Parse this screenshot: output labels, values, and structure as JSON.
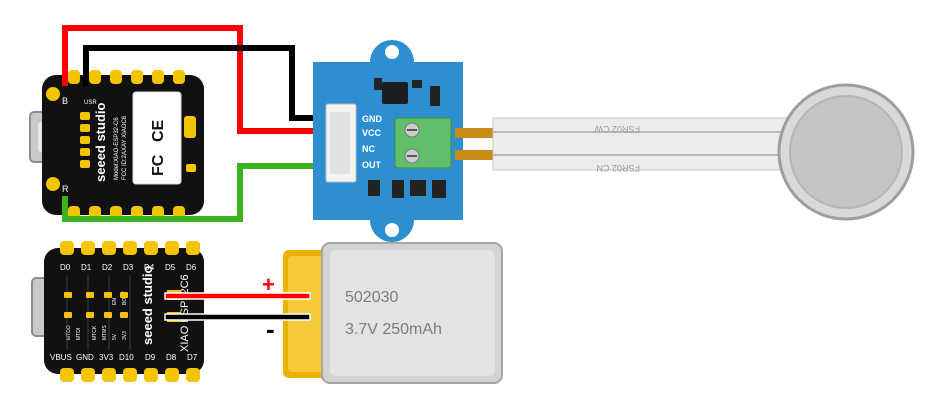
{
  "xiao_top": {
    "brand": "seeed studio",
    "model": "Model:XIAO-ESP32-C6",
    "fcc_id": "FCC ID:2AXAY XIAOC6",
    "ce_mark": "CE",
    "fc_mark": "FC",
    "label_b": "B",
    "label_r": "R",
    "label_usr": "USR"
  },
  "grove_board": {
    "pins": [
      "GND",
      "VCC",
      "NC",
      "OUT"
    ]
  },
  "fsr": {
    "tail_text": "FSR02 CW",
    "tail_text2": "FSR02 CN"
  },
  "xiao_bottom": {
    "brand": "seeed studio",
    "model_text": "XIAO ESP32C6",
    "top_pins": [
      "D0",
      "D1",
      "D2",
      "D3",
      "D4",
      "D5",
      "D6"
    ],
    "bottom_pins": [
      "VBUS",
      "GND",
      "3V3",
      "D10",
      "D9",
      "D8",
      "D7"
    ],
    "small_labels": [
      "MTDO",
      "MTDI",
      "MTCK",
      "MTMS",
      "EN",
      "BOOT",
      "5V",
      "3V3"
    ]
  },
  "battery": {
    "plus": "+",
    "minus": "-",
    "line1": "502030",
    "line2": "3.7V  250mAh"
  },
  "colors": {
    "wire_red": "#ff0000",
    "wire_black": "#000000",
    "wire_green": "#3cb21c",
    "grove_blue": "#2d8fd0",
    "pcb_black": "#111111",
    "pad_gold": "#f2c500"
  }
}
